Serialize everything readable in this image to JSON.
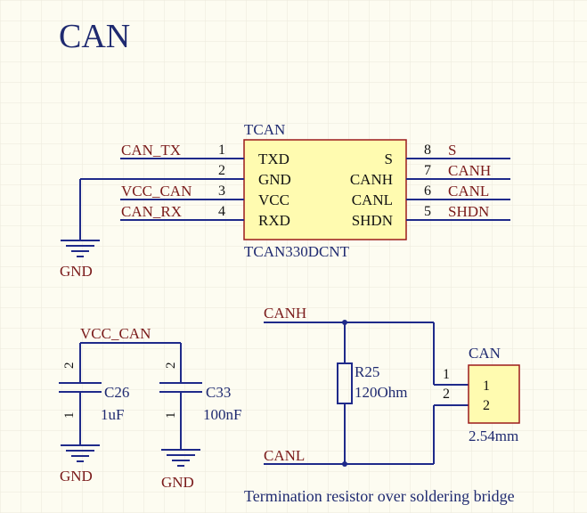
{
  "title": "CAN",
  "colors": {
    "background": "#fdfcf1",
    "grid": "#ebe9dc",
    "wire": "#1f2a8a",
    "component_body": "#fffbb0",
    "component_outline": "#9b1b1b",
    "net_label": "#7a1a1a",
    "designator": "#1f2a70",
    "pin_text": "#111111"
  },
  "ic": {
    "designator": "TCAN",
    "part": "TCAN330DCNT",
    "pins_left": [
      {
        "num": "1",
        "name": "TXD",
        "net": "CAN_TX"
      },
      {
        "num": "2",
        "name": "GND",
        "net": ""
      },
      {
        "num": "3",
        "name": "VCC",
        "net": "VCC_CAN"
      },
      {
        "num": "4",
        "name": "RXD",
        "net": "CAN_RX"
      }
    ],
    "pins_right": [
      {
        "num": "8",
        "name": "S",
        "net": "S"
      },
      {
        "num": "7",
        "name": "CANH",
        "net": "CANH"
      },
      {
        "num": "6",
        "name": "CANL",
        "net": "CANL"
      },
      {
        "num": "5",
        "name": "SHDN",
        "net": "SHDN"
      }
    ]
  },
  "gnd_label": "GND",
  "decoupling": {
    "net": "VCC_CAN",
    "caps": [
      {
        "designator": "C26",
        "value": "1uF",
        "pin_top": "2",
        "pin_bottom": "1"
      },
      {
        "designator": "C33",
        "value": "100nF",
        "pin_top": "2",
        "pin_bottom": "1"
      }
    ]
  },
  "termination": {
    "resistor": {
      "designator": "R25",
      "value": "120Ohm"
    },
    "net_top": "CANH",
    "net_bottom": "CANL",
    "connector": {
      "designator": "CAN",
      "pins": [
        "1",
        "2"
      ],
      "pitch": "2.54mm"
    },
    "pin_labels": [
      "1",
      "2"
    ],
    "note": "Termination resistor over soldering bridge"
  }
}
